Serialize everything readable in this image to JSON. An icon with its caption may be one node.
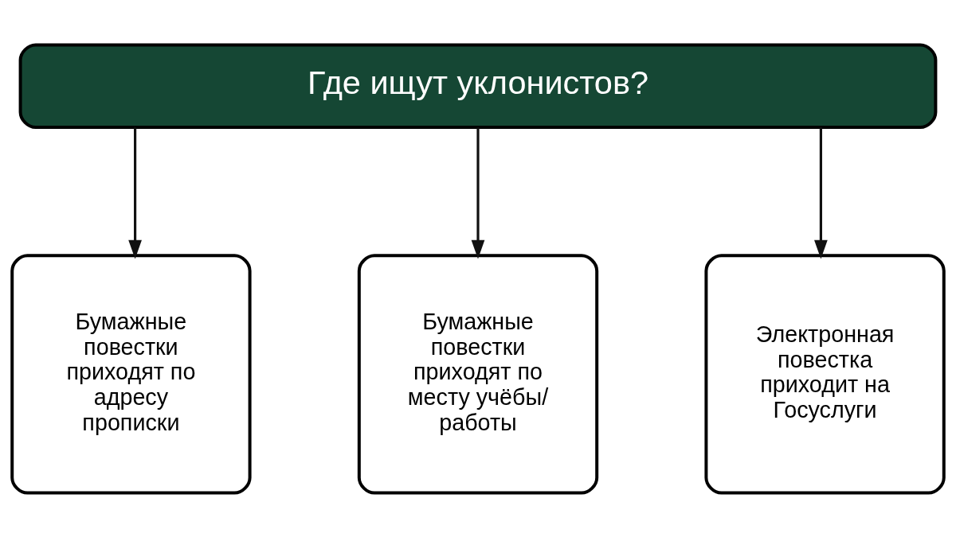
{
  "diagram": {
    "nodes": [
      {
        "text": [
          "Где ищут уклонистов?"
        ]
      },
      {
        "text": [
          "Бумажные повестки приходят по адресу прописки"
        ]
      },
      {
        "text": [
          "Бумажные повестки приходят по месту учёбы/ работы"
        ]
      },
      {
        "text": [
          "Электронная повестка приходит на Госуслуги"
        ]
      }
    ],
    "edges": [
      {
        "from": 0,
        "to": 1,
        "arrow": "to"
      },
      {
        "from": 0,
        "to": 2,
        "arrow": "to"
      },
      {
        "from": 0,
        "to": 3,
        "arrow": "to"
      }
    ]
  }
}
